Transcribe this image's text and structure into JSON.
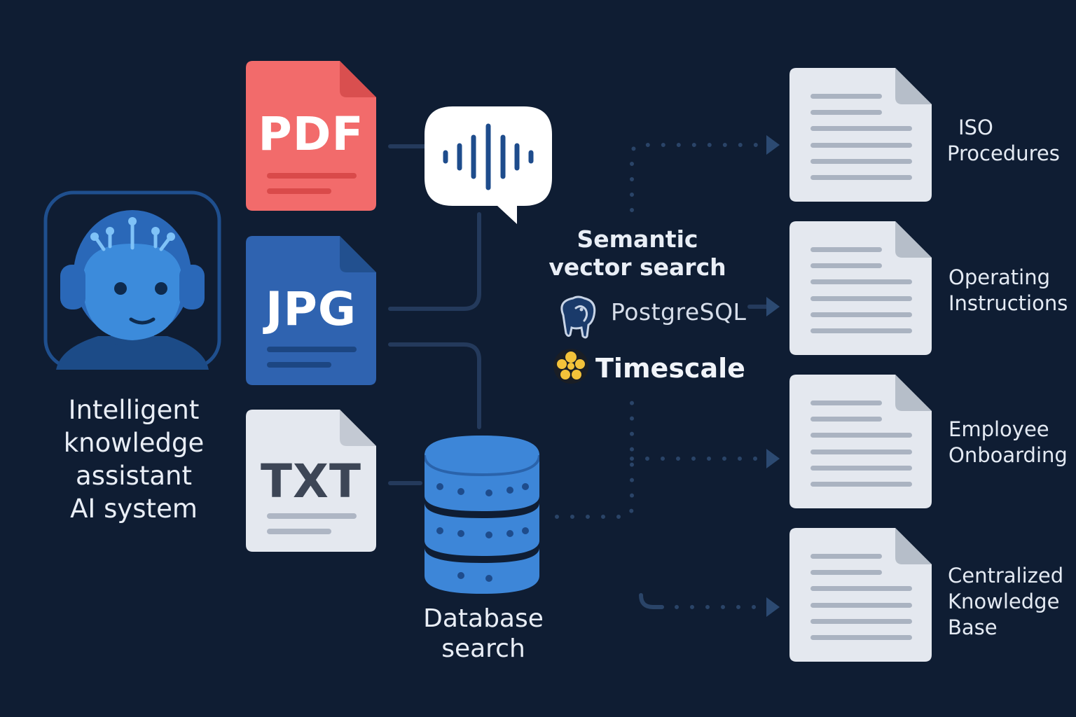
{
  "ai_system": {
    "label_lines": [
      "Intelligent",
      "knowledge",
      "assistant",
      "AI system"
    ],
    "icon": "robot-headset-icon"
  },
  "file_types": [
    {
      "label": "PDF",
      "color": "#f26b6b",
      "fold_color": "#d94f4f",
      "text_color": "#ffffff"
    },
    {
      "label": "JPG",
      "color": "#2f63b0",
      "fold_color": "#22508f",
      "text_color": "#ffffff"
    },
    {
      "label": "TXT",
      "color": "#e4e8ef",
      "fold_color": "#c3c9d3",
      "text_color": "#3d4656"
    }
  ],
  "voice_icon": "voice-bubble-icon",
  "semantic_search": {
    "label_lines": [
      "Semantic",
      "vector search"
    ],
    "postgres_label": "PostgreSQL",
    "timescale_label": "Timescale"
  },
  "database": {
    "label_lines": [
      "Database",
      "search"
    ],
    "icon": "database-icon"
  },
  "documents": [
    {
      "label_lines": [
        "ISO",
        "Procedures"
      ]
    },
    {
      "label_lines": [
        "Operating",
        "Instructions"
      ]
    },
    {
      "label_lines": [
        "Employee",
        "Onboarding"
      ]
    },
    {
      "label_lines": [
        "Centralized",
        "Knowledge",
        "Base"
      ]
    }
  ],
  "colors": {
    "background": "#0f1d33",
    "connector": "#243a5c",
    "accent_blue": "#3d86d8",
    "timescale_yellow": "#f3c23a"
  }
}
